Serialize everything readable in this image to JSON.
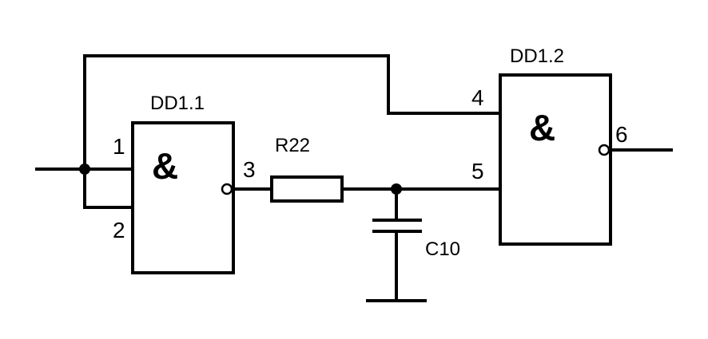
{
  "gates": [
    {
      "name": "DD1.1",
      "symbol": "&",
      "pins": [
        "1",
        "2",
        "3"
      ]
    },
    {
      "name": "DD1.2",
      "symbol": "&",
      "pins": [
        "4",
        "5",
        "6"
      ]
    }
  ],
  "resistor": {
    "label": "R22"
  },
  "capacitor": {
    "label": "C10"
  },
  "colors": {
    "line": "#000000",
    "background": "#ffffff"
  }
}
